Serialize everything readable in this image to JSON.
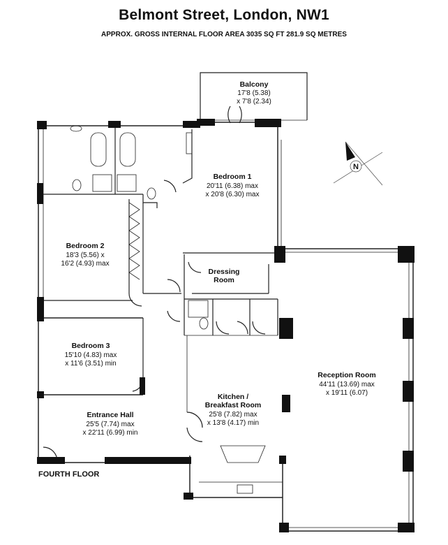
{
  "header": {
    "title": "Belmont Street, London, NW1",
    "subtitle": "APPROX. GROSS INTERNAL FLOOR AREA 3035 SQ FT 281.9 SQ METRES"
  },
  "floor_label": "FOURTH FLOOR",
  "compass": {
    "letter": "N"
  },
  "rooms": {
    "balcony": {
      "name": "Balcony",
      "dim1": "17'8 (5.38)",
      "dim2": "x 7'8 (2.34)"
    },
    "bedroom1": {
      "name": "Bedroom 1",
      "dim1": "20'11 (6.38) max",
      "dim2": "x 20'8 (6.30) max"
    },
    "bedroom2": {
      "name": "Bedroom 2",
      "dim1": "18'3 (5.56) x",
      "dim2": "16'2 (4.93) max"
    },
    "dressing": {
      "name1": "Dressing",
      "name2": "Room"
    },
    "bedroom3": {
      "name": "Bedroom 3",
      "dim1": "15'10 (4.83) max",
      "dim2": "x 11'6 (3.51) min"
    },
    "reception": {
      "name": "Reception Room",
      "dim1": "44'11 (13.69) max",
      "dim2": "x 19'11 (6.07)"
    },
    "kitchen": {
      "name1": "Kitchen /",
      "name2": "Breakfast Room",
      "dim1": "25'8 (7.82) max",
      "dim2": "x 13'8 (4.17) min"
    },
    "entrance": {
      "name": "Entrance Hall",
      "dim1": "25'5 (7.74) max",
      "dim2": "x 22'11 (6.99) min"
    }
  }
}
